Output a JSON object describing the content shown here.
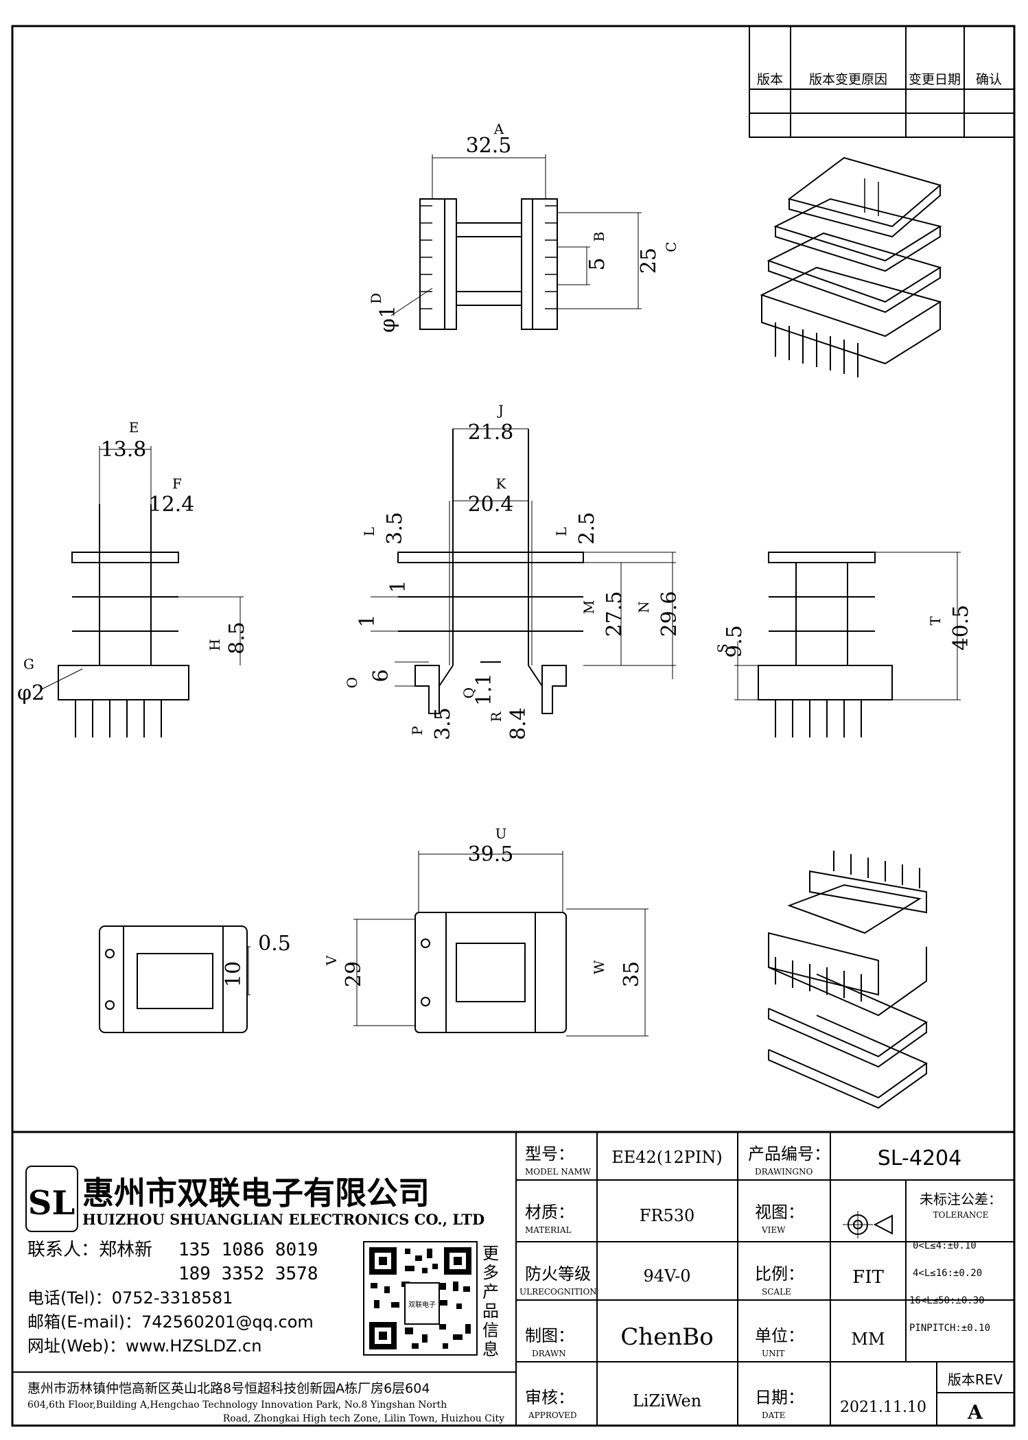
{
  "revision_table": {
    "headers": [
      "版本",
      "版本变更原因",
      "变更日期",
      "确认"
    ]
  },
  "dimensions": {
    "A": {
      "letter": "A",
      "value": "32.5"
    },
    "B": {
      "letter": "B",
      "value": "5"
    },
    "C": {
      "letter": "C",
      "value": "25"
    },
    "D": {
      "letter": "D",
      "value": "φ1"
    },
    "E": {
      "letter": "E",
      "value": "13.8"
    },
    "F": {
      "letter": "F",
      "value": "12.4"
    },
    "G": {
      "letter": "G",
      "value": "φ2"
    },
    "H": {
      "letter": "H",
      "value": "8.5"
    },
    "J": {
      "letter": "J",
      "value": "21.8"
    },
    "K": {
      "letter": "K",
      "value": "20.4"
    },
    "L1": {
      "letter": "L",
      "value": "3.5"
    },
    "L2": {
      "letter": "L",
      "value": "2.5"
    },
    "side1": {
      "value": "1"
    },
    "side2": {
      "value": "1"
    },
    "M": {
      "letter": "M",
      "value": "27.5"
    },
    "N": {
      "letter": "N",
      "value": "29.6"
    },
    "O": {
      "letter": "O",
      "value": "6"
    },
    "P": {
      "letter": "P",
      "value": "3.5"
    },
    "Q": {
      "letter": "Q",
      "value": "1.1"
    },
    "R": {
      "letter": "R",
      "value": "8.4"
    },
    "S": {
      "letter": "S",
      "value": "9.5"
    },
    "T": {
      "letter": "T",
      "value": "40.5"
    },
    "U": {
      "letter": "U",
      "value": "39.5"
    },
    "V": {
      "letter": "V",
      "value": "29"
    },
    "W": {
      "letter": "W",
      "value": "35"
    },
    "small1": {
      "value": "0.5"
    },
    "small2": {
      "value": "10"
    }
  },
  "company": {
    "logo_text": "SL",
    "name_cn": "惠州市双联电子有限公司",
    "name_en": "HUIZHOU SHUANGLIAN ELECTRONICS CO., LTD",
    "contact_label": "联系人：郑林新",
    "phone1": "135 1086 8019",
    "phone2": "189 3352 3578",
    "tel": "电话(Tel)：0752-3318581",
    "email": "邮箱(E-mail)：742560201@qq.com",
    "web": "网址(Web)：www.HZSLDZ.cn",
    "qr_side_text": [
      "更",
      "多",
      "产",
      "品",
      "信",
      "息"
    ],
    "address_cn": "惠州市沥林镇仲恺高新区英山北路8号恒超科技创新园A栋厂房6层604",
    "address_en1": "604,6th Floor,Building A,Hengchao Technology Innovation Park, No.8 Yingshan North",
    "address_en2": "Road, Zhongkai High tech Zone, Lilin Town, Huizhou City"
  },
  "title_block": {
    "model_label_cn": "型号：",
    "model_label_en": "MODEL NAMW",
    "model_value": "EE42(12PIN)",
    "drawing_no_label_cn": "产品编号：",
    "drawing_no_label_en": "DRAWINGNO",
    "drawing_no_value": "SL-4204",
    "material_label_cn": "材质：",
    "material_label_en": "MATERIAL",
    "material_value": "FR530",
    "view_label_cn": "视图：",
    "view_label_en": "VIEW",
    "tolerance_label_cn": "未标注公差：",
    "tolerance_label_en": "TOLERANCE",
    "tolerance_lines": [
      "0<L≤4:±0.10",
      "4<L≤16:±0.20",
      "16<L≤50:±0.30",
      "PINPITCH:±0.10"
    ],
    "fire_label_cn": "防火等级",
    "fire_label_en": "ULRECOGNITION",
    "fire_value": "94V-0",
    "scale_label_cn": "比例：",
    "scale_label_en": "SCALE",
    "scale_value": "FIT",
    "drawn_label_cn": "制图：",
    "drawn_label_en": "DRAWN",
    "drawn_value": "ChenBo",
    "unit_label_cn": "单位：",
    "unit_label_en": "UNIT",
    "unit_value": "MM",
    "approved_label_cn": "审核：",
    "approved_label_en": "APPROVED",
    "approved_value": "LiZiWen",
    "date_label_cn": "日期：",
    "date_label_en": "DATE",
    "date_value": "2021.11.10",
    "rev_label": "版本REV",
    "rev_value": "A"
  },
  "icons": {
    "logo": "sl-logo-icon",
    "qr": "qr-code-icon",
    "projection": "third-angle-projection-icon"
  }
}
